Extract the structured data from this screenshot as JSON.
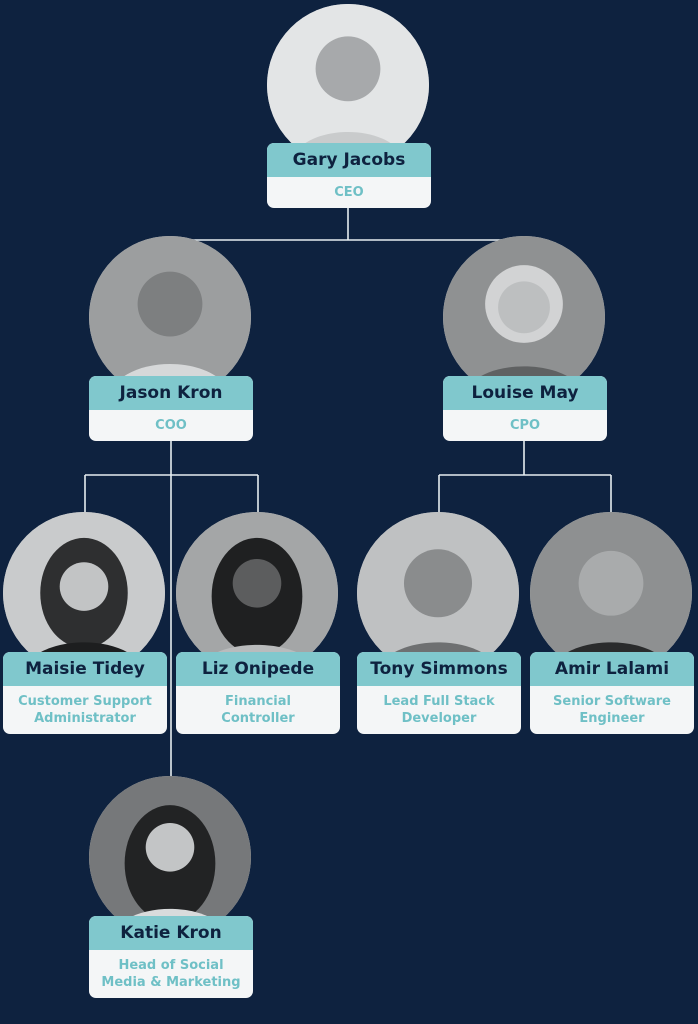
{
  "people": {
    "gary": {
      "name": "Gary Jacobs",
      "role": "CEO"
    },
    "jason": {
      "name": "Jason Kron",
      "role": "COO"
    },
    "louise": {
      "name": "Louise May",
      "role": "CPO"
    },
    "maisie": {
      "name": "Maisie Tidey",
      "role": "Customer Support\nAdministrator"
    },
    "liz": {
      "name": "Liz Onipede",
      "role": "Financial\nController"
    },
    "tony": {
      "name": "Tony Simmons",
      "role": "Lead Full Stack\nDeveloper"
    },
    "amir": {
      "name": "Amir Lalami",
      "role": "Senior Software\nEngineer"
    },
    "katie": {
      "name": "Katie Kron",
      "role": "Head of Social\nMedia & Marketing"
    }
  },
  "colors": {
    "background": "#0e223f",
    "name_band": "#80c8cd",
    "role_text": "#6fc0c6",
    "connector": "#e6edf0"
  }
}
